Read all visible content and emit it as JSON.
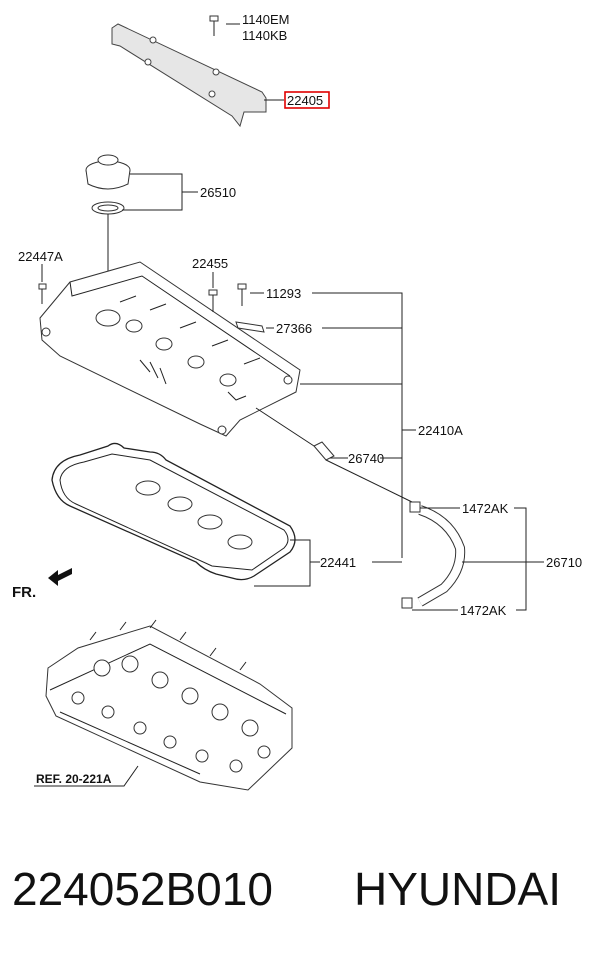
{
  "labels": {
    "l1140em": "1140EM",
    "l1140kb": "1140KB",
    "l22405": "22405",
    "l26510": "26510",
    "l22447a": "22447A",
    "l22455": "22455",
    "l11293": "11293",
    "l27366": "27366",
    "l22410a": "22410A",
    "l26740": "26740",
    "l1472ak_top": "1472AK",
    "l26710": "26710",
    "l1472ak_bot": "1472AK",
    "l22441": "22441",
    "fr": "FR.",
    "ref": "REF. 20-221A"
  },
  "highlight_color": "#e00000",
  "footer": {
    "part_number": "224052B010",
    "brand": "HYUNDAI"
  }
}
